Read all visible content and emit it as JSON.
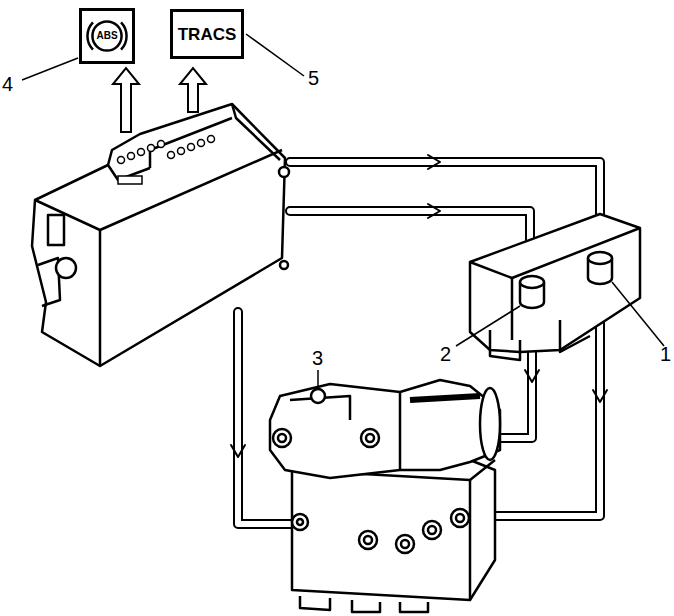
{
  "diagram": {
    "nodes": [
      {
        "text": [
          "ABS"
        ]
      },
      {
        "text": [
          "TRACS"
        ]
      }
    ],
    "labels": [
      "4",
      "5",
      "3",
      "2",
      "1"
    ]
  }
}
